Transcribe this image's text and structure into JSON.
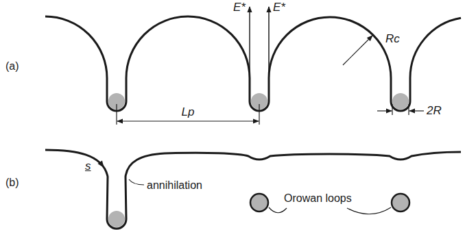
{
  "diagram": {
    "labels": [
      "(a)",
      "E*",
      "E*",
      "Lp",
      "Rc",
      "2R",
      "(b)",
      "s",
      "annihilation",
      "Orowan loops"
    ]
  }
}
